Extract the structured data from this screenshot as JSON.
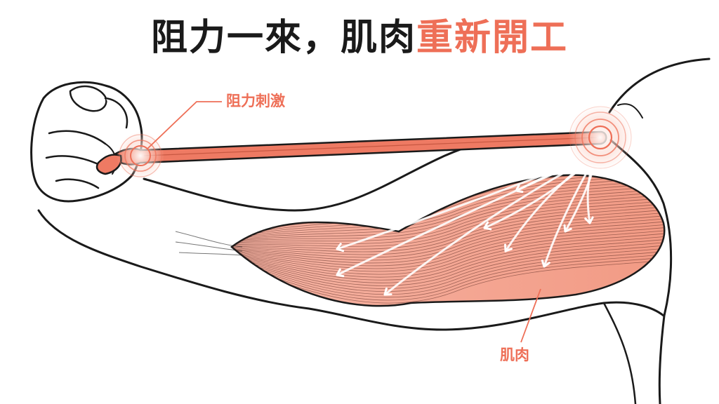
{
  "title": {
    "main": "阻力一來，肌肉",
    "accent": "重新開工"
  },
  "labels": {
    "resistance": "阻力刺激",
    "muscle": "肌肉"
  },
  "colors": {
    "title_text": "#1a1a1a",
    "accent": "#ee6f57",
    "band": "#ee7a63",
    "muscle_fill": "#f4a592",
    "line_art": "#1a1a1a"
  }
}
